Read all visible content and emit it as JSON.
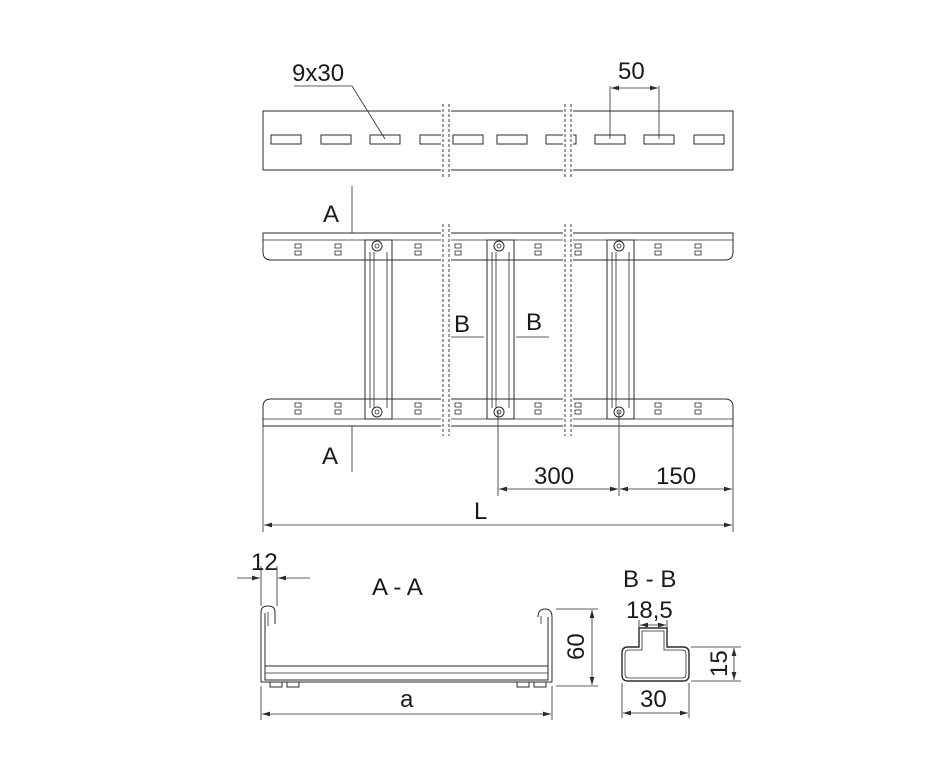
{
  "top_view": {
    "slot_label": "9x30",
    "pitch_label": "50"
  },
  "plan_view": {
    "section_a_top": "A",
    "section_a_bottom": "A",
    "section_b_left": "B",
    "section_b_right": "B",
    "rung_spacing": "300",
    "end_offset": "150",
    "length": "L"
  },
  "section_aa": {
    "title": "A - A",
    "flange_width": "12",
    "height": "60",
    "width": "a"
  },
  "section_bb": {
    "title": "B - B",
    "top_width": "18,5",
    "height": "15",
    "width": "30"
  }
}
